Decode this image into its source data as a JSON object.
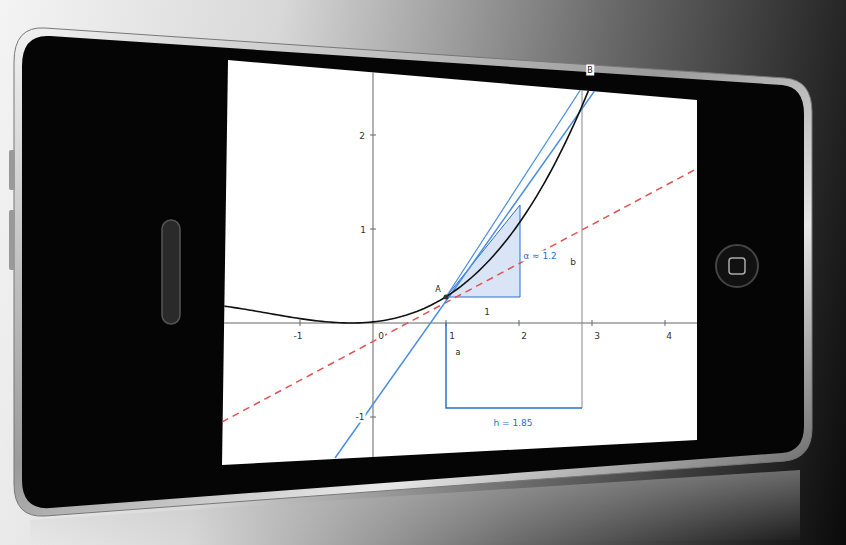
{
  "diagram": {
    "labels": [
      "B",
      "2",
      "1",
      "α ≈ 1.2",
      "b",
      "A",
      "1",
      "-1",
      "0",
      "1",
      "2",
      "3",
      "4",
      "a",
      "-1",
      "h = 1.85"
    ]
  }
}
